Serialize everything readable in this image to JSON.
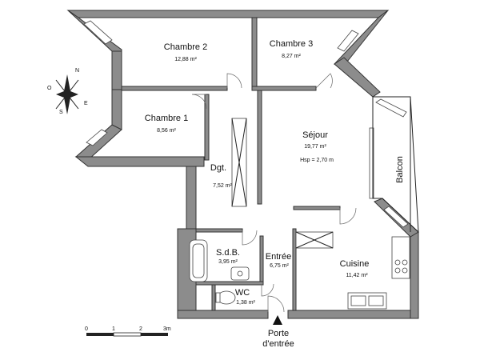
{
  "rooms": {
    "chambre2": {
      "name": "Chambre 2",
      "area": "12,88 m²"
    },
    "chambre3": {
      "name": "Chambre 3",
      "area": "8,27 m²"
    },
    "chambre1": {
      "name": "Chambre 1",
      "area": "8,56 m²"
    },
    "sejour": {
      "name": "Séjour",
      "area": "19,77 m²",
      "height": "Hsp = 2,70 m"
    },
    "dgt": {
      "name": "Dgt.",
      "area": "7,52 m²"
    },
    "balcon": {
      "name": "Balcon"
    },
    "sdb": {
      "name": "S.d.B.",
      "area": "3,95 m²"
    },
    "entree": {
      "name": "Entrée",
      "area": "6,75 m²"
    },
    "cuisine": {
      "name": "Cuisine",
      "area": "11,42 m²"
    },
    "wc": {
      "name": "WC",
      "area": "1,38 m²"
    }
  },
  "entrance": {
    "line1": "Porte",
    "line2": "d'entrée"
  },
  "scale": {
    "ticks": [
      "0",
      "1",
      "2",
      "3m"
    ]
  },
  "compass": {
    "n": "N",
    "e": "E",
    "s": "S",
    "o": "O"
  },
  "colors": {
    "wall": "#8c8c8c",
    "line": "#222222"
  }
}
